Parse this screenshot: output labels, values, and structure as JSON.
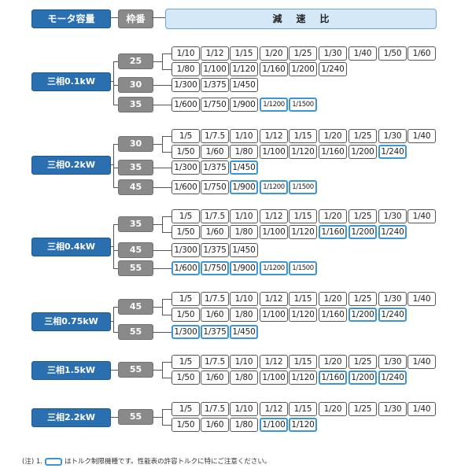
{
  "header": {
    "motor_label": "モータ容量",
    "frame_label": "枠番",
    "ratio_label": "減速比"
  },
  "groups": [
    {
      "motor": "三相0.1kW",
      "frames": [
        {
          "frame": "25",
          "rows": [
            [
              {
                "v": "1/10"
              },
              {
                "v": "1/12"
              },
              {
                "v": "1/15"
              },
              {
                "v": "1/20"
              },
              {
                "v": "1/25"
              },
              {
                "v": "1/30"
              },
              {
                "v": "1/40"
              },
              {
                "v": "1/50"
              },
              {
                "v": "1/60"
              }
            ],
            [
              {
                "v": "1/80"
              },
              {
                "v": "1/100"
              },
              {
                "v": "1/120"
              },
              {
                "v": "1/160"
              },
              {
                "v": "1/200"
              },
              {
                "v": "1/240"
              }
            ]
          ]
        },
        {
          "frame": "30",
          "rows": [
            [
              {
                "v": "1/300"
              },
              {
                "v": "1/375"
              },
              {
                "v": "1/450"
              }
            ]
          ]
        },
        {
          "frame": "35",
          "rows": [
            [
              {
                "v": "1/600"
              },
              {
                "v": "1/750"
              },
              {
                "v": "1/900"
              },
              {
                "v": "1/1200",
                "lim": true
              },
              {
                "v": "1/1500",
                "lim": true
              }
            ]
          ]
        }
      ]
    },
    {
      "motor": "三相0.2kW",
      "frames": [
        {
          "frame": "30",
          "rows": [
            [
              {
                "v": "1/5"
              },
              {
                "v": "1/7.5"
              },
              {
                "v": "1/10"
              },
              {
                "v": "1/12"
              },
              {
                "v": "1/15"
              },
              {
                "v": "1/20"
              },
              {
                "v": "1/25"
              },
              {
                "v": "1/30"
              },
              {
                "v": "1/40"
              }
            ],
            [
              {
                "v": "1/50"
              },
              {
                "v": "1/60"
              },
              {
                "v": "1/80"
              },
              {
                "v": "1/100"
              },
              {
                "v": "1/120"
              },
              {
                "v": "1/160"
              },
              {
                "v": "1/200"
              },
              {
                "v": "1/240",
                "lim": true
              }
            ]
          ]
        },
        {
          "frame": "35",
          "rows": [
            [
              {
                "v": "1/300"
              },
              {
                "v": "1/375"
              },
              {
                "v": "1/450",
                "lim": true
              }
            ]
          ]
        },
        {
          "frame": "45",
          "rows": [
            [
              {
                "v": "1/600"
              },
              {
                "v": "1/750"
              },
              {
                "v": "1/900",
                "lim": true
              },
              {
                "v": "1/1200",
                "lim": true
              },
              {
                "v": "1/1500",
                "lim": true
              }
            ]
          ]
        }
      ]
    },
    {
      "motor": "三相0.4kW",
      "frames": [
        {
          "frame": "35",
          "rows": [
            [
              {
                "v": "1/5"
              },
              {
                "v": "1/7.5"
              },
              {
                "v": "1/10"
              },
              {
                "v": "1/12"
              },
              {
                "v": "1/15"
              },
              {
                "v": "1/20"
              },
              {
                "v": "1/25"
              },
              {
                "v": "1/30"
              },
              {
                "v": "1/40"
              }
            ],
            [
              {
                "v": "1/50"
              },
              {
                "v": "1/60"
              },
              {
                "v": "1/80"
              },
              {
                "v": "1/100"
              },
              {
                "v": "1/120"
              },
              {
                "v": "1/160",
                "lim": true
              },
              {
                "v": "1/200",
                "lim": true
              },
              {
                "v": "1/240",
                "lim": true
              }
            ]
          ]
        },
        {
          "frame": "45",
          "rows": [
            [
              {
                "v": "1/300"
              },
              {
                "v": "1/375"
              },
              {
                "v": "1/450"
              }
            ]
          ]
        },
        {
          "frame": "55",
          "rows": [
            [
              {
                "v": "1/600",
                "lim": true
              },
              {
                "v": "1/750",
                "lim": true
              },
              {
                "v": "1/900",
                "lim": true
              },
              {
                "v": "1/1200",
                "lim": true
              },
              {
                "v": "1/1500",
                "lim": true
              }
            ]
          ]
        }
      ]
    },
    {
      "motor": "三相0.75kW",
      "frames": [
        {
          "frame": "45",
          "rows": [
            [
              {
                "v": "1/5"
              },
              {
                "v": "1/7.5"
              },
              {
                "v": "1/10"
              },
              {
                "v": "1/12"
              },
              {
                "v": "1/15"
              },
              {
                "v": "1/20"
              },
              {
                "v": "1/25"
              },
              {
                "v": "1/30"
              },
              {
                "v": "1/40"
              }
            ],
            [
              {
                "v": "1/50"
              },
              {
                "v": "1/60"
              },
              {
                "v": "1/80"
              },
              {
                "v": "1/100"
              },
              {
                "v": "1/120"
              },
              {
                "v": "1/160"
              },
              {
                "v": "1/200",
                "lim": true
              },
              {
                "v": "1/240",
                "lim": true
              }
            ]
          ]
        },
        {
          "frame": "55",
          "rows": [
            [
              {
                "v": "1/300",
                "lim": true
              },
              {
                "v": "1/375",
                "lim": true
              },
              {
                "v": "1/450",
                "lim": true
              }
            ]
          ]
        }
      ]
    },
    {
      "motor": "三相1.5kW",
      "frames": [
        {
          "frame": "55",
          "rows": [
            [
              {
                "v": "1/5"
              },
              {
                "v": "1/7.5"
              },
              {
                "v": "1/10"
              },
              {
                "v": "1/12"
              },
              {
                "v": "1/15"
              },
              {
                "v": "1/20"
              },
              {
                "v": "1/25"
              },
              {
                "v": "1/30"
              },
              {
                "v": "1/40"
              }
            ],
            [
              {
                "v": "1/50"
              },
              {
                "v": "1/60"
              },
              {
                "v": "1/80"
              },
              {
                "v": "1/100"
              },
              {
                "v": "1/120"
              },
              {
                "v": "1/160",
                "lim": true
              },
              {
                "v": "1/200",
                "lim": true
              },
              {
                "v": "1/240",
                "lim": true
              }
            ]
          ]
        }
      ]
    },
    {
      "motor": "三相2.2kW",
      "frames": [
        {
          "frame": "55",
          "rows": [
            [
              {
                "v": "1/5"
              },
              {
                "v": "1/7.5"
              },
              {
                "v": "1/10"
              },
              {
                "v": "1/12"
              },
              {
                "v": "1/15"
              },
              {
                "v": "1/20"
              },
              {
                "v": "1/25"
              },
              {
                "v": "1/30"
              },
              {
                "v": "1/40"
              }
            ],
            [
              {
                "v": "1/50"
              },
              {
                "v": "1/60"
              },
              {
                "v": "1/80"
              },
              {
                "v": "1/100",
                "lim": true
              },
              {
                "v": "1/120",
                "lim": true
              }
            ]
          ]
        }
      ]
    }
  ],
  "note": {
    "prefix": "(注) 1.",
    "text": "はトルク制限機種です。性能表の許容トルクに特にご注意ください。"
  },
  "colors": {
    "motor_fill": "#2a6fb0",
    "frame_fill": "#8a8a8a",
    "header_fill": "#d4e8f7",
    "limited_border": "#3b95d6"
  }
}
